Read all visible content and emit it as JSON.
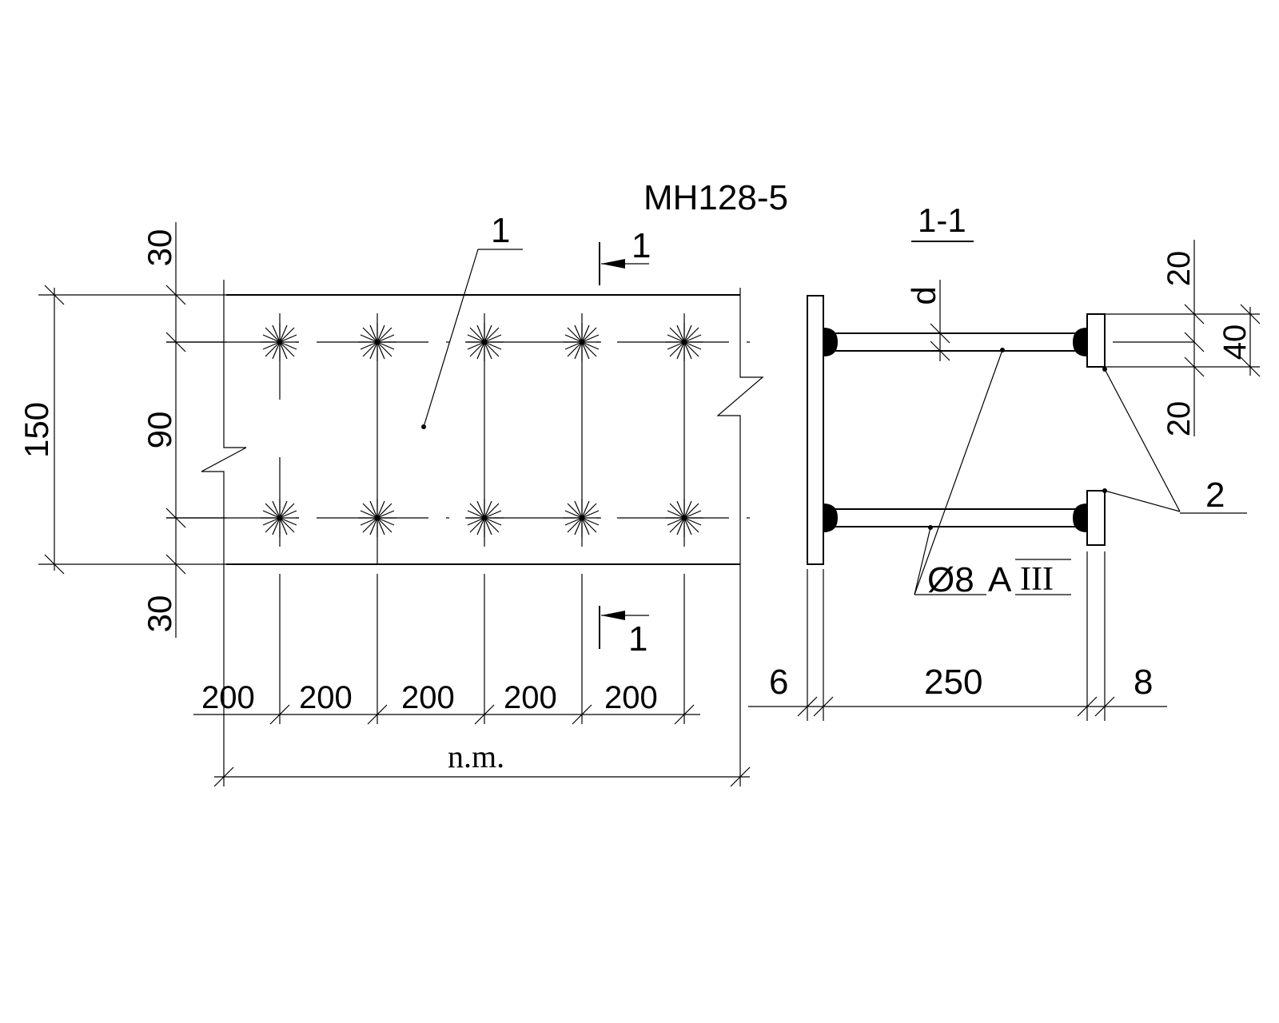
{
  "drawing": {
    "title": "MH128-5",
    "section_label": "1-1",
    "section_mark_top": "1",
    "section_mark_bottom": "1",
    "callout_plate": "1",
    "callout_anchor_plate": "2",
    "dim_top_margin": "30",
    "dim_bottom_margin": "30",
    "dim_total_height": "150",
    "dim_inner_height": "90",
    "dim_spacing": [
      "200",
      "200",
      "200",
      "200",
      "200"
    ],
    "dim_length": "n.m.",
    "dim_plate_thickness": "6",
    "dim_rod_length": "250",
    "dim_anchor_thickness": "8",
    "dim_rod_diameter": "d",
    "dim_anchor_top": "20",
    "dim_anchor_height": "40",
    "dim_anchor_bottom": "20",
    "rod_spec_prefix": "Ø8",
    "rod_spec_class": "A",
    "rod_spec_grade": "III"
  }
}
